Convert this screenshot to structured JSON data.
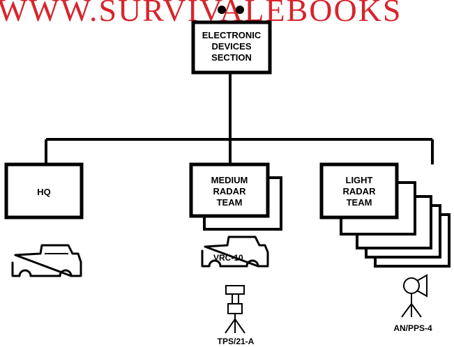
{
  "watermark": {
    "text": "WWW.SURVIVALEBOOKS",
    "color": "#d8242b"
  },
  "root": {
    "lines": [
      "ELECTRONIC",
      "DEVICES",
      "SECTION"
    ]
  },
  "units": [
    {
      "id": "hq",
      "lines": [
        "HQ"
      ]
    },
    {
      "id": "medium",
      "lines": [
        "MEDIUM",
        "RADAR",
        "TEAM"
      ]
    },
    {
      "id": "light",
      "lines": [
        "LIGHT",
        "RADAR",
        "TEAM"
      ]
    }
  ],
  "equipment": {
    "radio": "VRC-10",
    "medium_radar": "TPS/21-A",
    "light_radar": "AN/PPS-4"
  }
}
